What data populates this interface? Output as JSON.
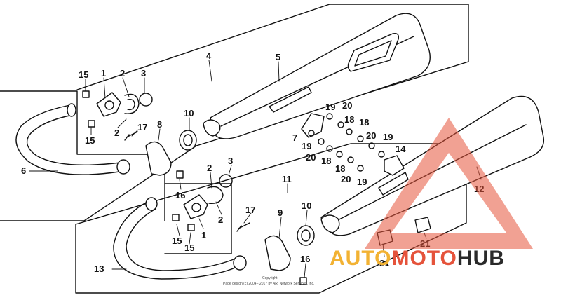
{
  "diagram": {
    "callouts": [
      {
        "id": "c15a",
        "text": "15"
      },
      {
        "id": "c1a",
        "text": "1"
      },
      {
        "id": "c2a",
        "text": "2"
      },
      {
        "id": "c3a",
        "text": "3"
      },
      {
        "id": "c4",
        "text": "4"
      },
      {
        "id": "c5",
        "text": "5"
      },
      {
        "id": "c15b",
        "text": "15"
      },
      {
        "id": "c2b",
        "text": "2"
      },
      {
        "id": "c17a",
        "text": "17"
      },
      {
        "id": "c8",
        "text": "8"
      },
      {
        "id": "c10a",
        "text": "10"
      },
      {
        "id": "c6",
        "text": "6"
      },
      {
        "id": "c16a",
        "text": "16"
      },
      {
        "id": "c2c",
        "text": "2"
      },
      {
        "id": "c3b",
        "text": "3"
      },
      {
        "id": "c2d",
        "text": "2"
      },
      {
        "id": "c15c",
        "text": "15"
      },
      {
        "id": "c1b",
        "text": "1"
      },
      {
        "id": "c15d",
        "text": "15"
      },
      {
        "id": "c17b",
        "text": "17"
      },
      {
        "id": "c9",
        "text": "9"
      },
      {
        "id": "c10b",
        "text": "10"
      },
      {
        "id": "c11",
        "text": "11"
      },
      {
        "id": "c13",
        "text": "13"
      },
      {
        "id": "c16b",
        "text": "16"
      },
      {
        "id": "c7",
        "text": "7"
      },
      {
        "id": "c19a",
        "text": "19"
      },
      {
        "id": "c20a",
        "text": "20"
      },
      {
        "id": "c18a",
        "text": "18"
      },
      {
        "id": "c18b",
        "text": "18"
      },
      {
        "id": "c20b",
        "text": "20"
      },
      {
        "id": "c19b",
        "text": "19"
      },
      {
        "id": "c19c",
        "text": "19"
      },
      {
        "id": "c20c",
        "text": "20"
      },
      {
        "id": "c18c",
        "text": "18"
      },
      {
        "id": "c18d",
        "text": "18"
      },
      {
        "id": "c20d",
        "text": "20"
      },
      {
        "id": "c19d",
        "text": "19"
      },
      {
        "id": "c14",
        "text": "14"
      },
      {
        "id": "c12",
        "text": "12"
      },
      {
        "id": "c21a",
        "text": "21"
      },
      {
        "id": "c21b",
        "text": "21"
      }
    ],
    "copyright_heading": "Copyright",
    "copyright_line": "Page design (c) 2004 - 2017 by ARI Network Services, Inc."
  },
  "watermark": {
    "part1": "AUTO",
    "part2": "MOTO",
    "part3": "HUB",
    "colors": {
      "auto": "#f2b233",
      "moto": "#e5533b",
      "hub": "#2a2a2a"
    }
  }
}
